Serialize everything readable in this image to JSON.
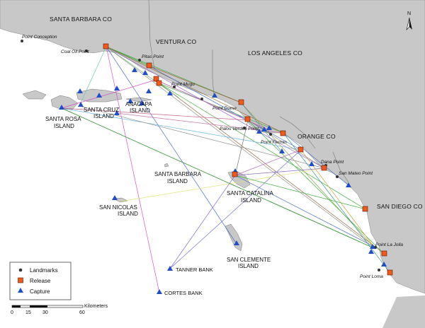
{
  "counties": [
    "SANTA BARBARA CO",
    "VENTURA CO",
    "LOS ANGELES CO",
    "ORANGE CO",
    "SAN DIEGO CO"
  ],
  "islands": [
    {
      "line1": "SANTA ROSA",
      "line2": "ISLAND"
    },
    {
      "line1": "SANTA CRUZ",
      "line2": "ISLAND"
    },
    {
      "line1": "ANACAPA",
      "line2": "ISLAND"
    },
    {
      "line1": "SANTA BARBARA",
      "line2": "ISLAND"
    },
    {
      "line1": "SANTA CATALINA",
      "line2": "ISLAND"
    },
    {
      "line1": "SAN NICOLAS",
      "line2": "ISLAND"
    },
    {
      "line1": "SAN CLEMENTE",
      "line2": "ISLAND"
    }
  ],
  "landmarks": [
    "Point Conception",
    "Coal Oil Point",
    "Pitas Point",
    "Point Mugu",
    "Point Dume",
    "Palos Verdes Point",
    "Point Fermin",
    "Dana Point",
    "San Mateo Point",
    "Point La Jolla",
    "Point Loma"
  ],
  "banks": [
    "TANNER BANK",
    "CORTES BANK"
  ],
  "legend": {
    "landmarks": "Landmarks",
    "release": "Release",
    "capture": "Capture"
  },
  "scale": {
    "unit": "Kilometers",
    "ticks": [
      "0",
      "15",
      "30",
      "60"
    ]
  },
  "north": "N",
  "colors": {
    "release": "#f05a1e",
    "capture": "#1f4fc8",
    "landmark": "#333333",
    "land": "#c8c8c8",
    "water": "#ffffff"
  }
}
